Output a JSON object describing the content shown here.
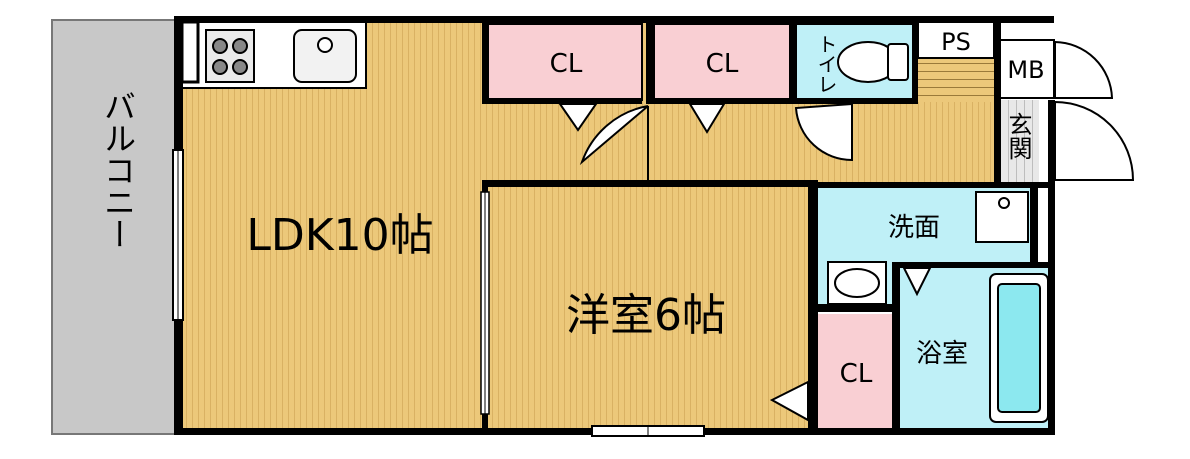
{
  "rooms": {
    "balcony": "バルコニー",
    "ldk": "LDK10帖",
    "western": "洋室6帖",
    "cl1": "CL",
    "cl2": "CL",
    "cl3": "CL",
    "toilet": "トイレ",
    "ps": "PS",
    "mb": "MB",
    "entrance": "玄関",
    "washroom": "洗面",
    "bathroom": "浴室"
  },
  "colors": {
    "wood": "#ecc87a",
    "woodLine": "#d9b163",
    "closet": "#f9cfd3",
    "water": "#bff0f7",
    "balcony": "#c8c8c8",
    "wall": "#000000"
  }
}
